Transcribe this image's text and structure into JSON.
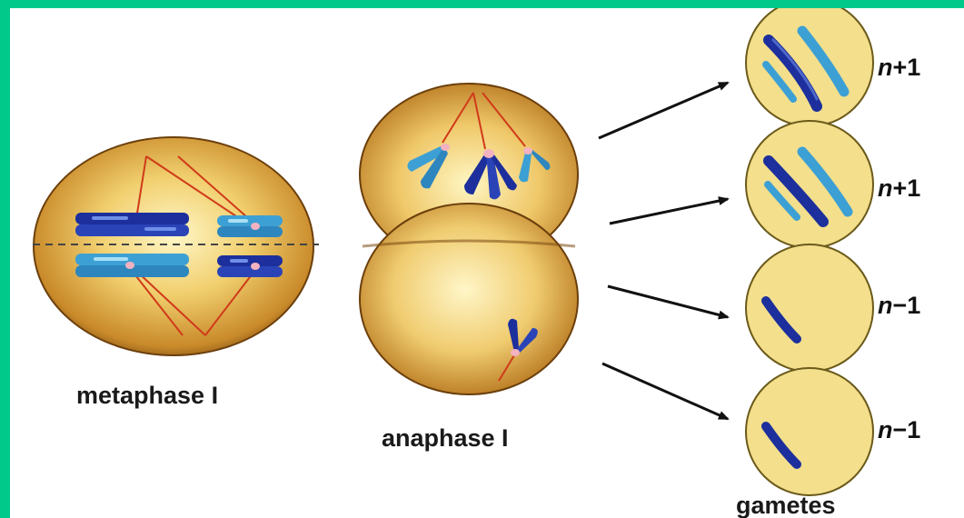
{
  "labels": {
    "metaphase": "metaphase I",
    "anaphase": "anaphase I",
    "gametes": "gametes"
  },
  "gametes": [
    {
      "n": "n",
      "sign": "+",
      "digit": "1"
    },
    {
      "n": "n",
      "sign": "+",
      "digit": "1"
    },
    {
      "n": "n",
      "sign": "−",
      "digit": "1"
    },
    {
      "n": "n",
      "sign": "−",
      "digit": "1"
    }
  ],
  "colors": {
    "frame": "#00c98a",
    "cell_fill": "#f2c86a",
    "cell_edge": "#8a5512",
    "gamete_fill": "#f3df8c",
    "chromosome_dark": "#1c2f9c",
    "chromosome_light": "#3da0d4",
    "spindle": "#d03a1a"
  }
}
